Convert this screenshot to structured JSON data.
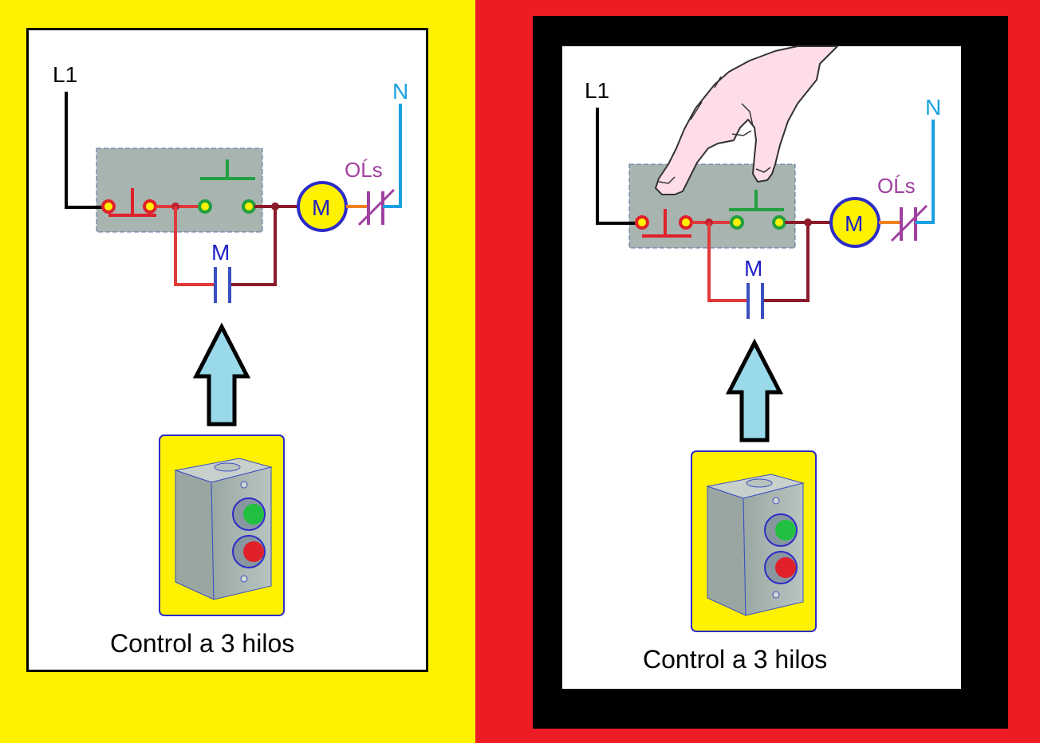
{
  "labels": {
    "line": "L1",
    "neutral": "N",
    "motor": "M",
    "overload": "OĹs",
    "contact": "M",
    "caption": "Control a 3 hilos"
  },
  "colors": {
    "left_background": "#FFF200",
    "right_background": "#ED1C24",
    "frame": "#000000",
    "wire_line": "#000000",
    "wire_neutral": "#1BA1E2",
    "wire_stop": "#E03A3A",
    "wire_hold": "#8B1A2A",
    "stop_button": "#E0202A",
    "start_button": "#22A040",
    "motor_fill": "#FFF200",
    "motor_ring": "#2C2CC8",
    "overload": "#A040A0",
    "arrow_fill": "#99D9EA",
    "station_bg": "#FFF200",
    "station_box": "#A8B4B0"
  },
  "panels": [
    {
      "id": "left",
      "state": "idle"
    },
    {
      "id": "right",
      "state": "start-pressed"
    }
  ]
}
